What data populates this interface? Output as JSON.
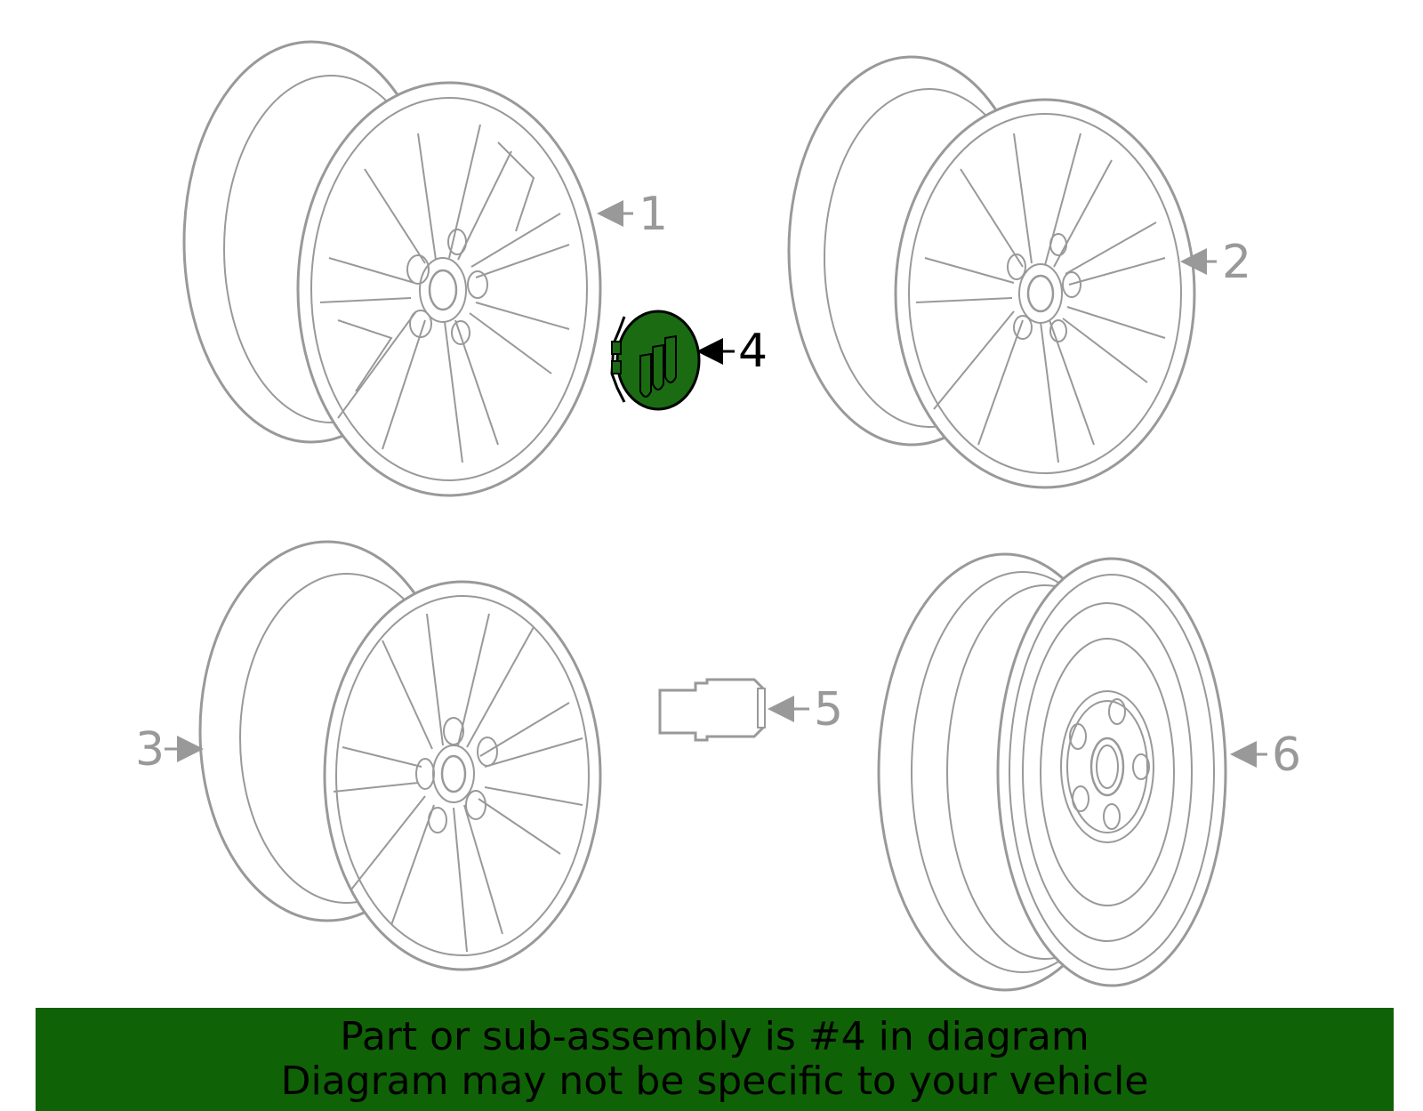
{
  "colors": {
    "line": "#999999",
    "highlight": "#1a6b12",
    "banner_bg": "#106206",
    "banner_text": "#000000",
    "selected_label": "#000000"
  },
  "callouts": [
    {
      "id": "1",
      "label": "1",
      "part": "wheel"
    },
    {
      "id": "2",
      "label": "2",
      "part": "wheel"
    },
    {
      "id": "3",
      "label": "3",
      "part": "wheel"
    },
    {
      "id": "4",
      "label": "4",
      "part": "center-cap",
      "selected": true
    },
    {
      "id": "5",
      "label": "5",
      "part": "lug-nut"
    },
    {
      "id": "6",
      "label": "6",
      "part": "spare-wheel"
    }
  ],
  "banner": {
    "line1": "Part or sub-assembly is #4 in diagram",
    "line2": "Diagram may not be specific to your vehicle"
  }
}
